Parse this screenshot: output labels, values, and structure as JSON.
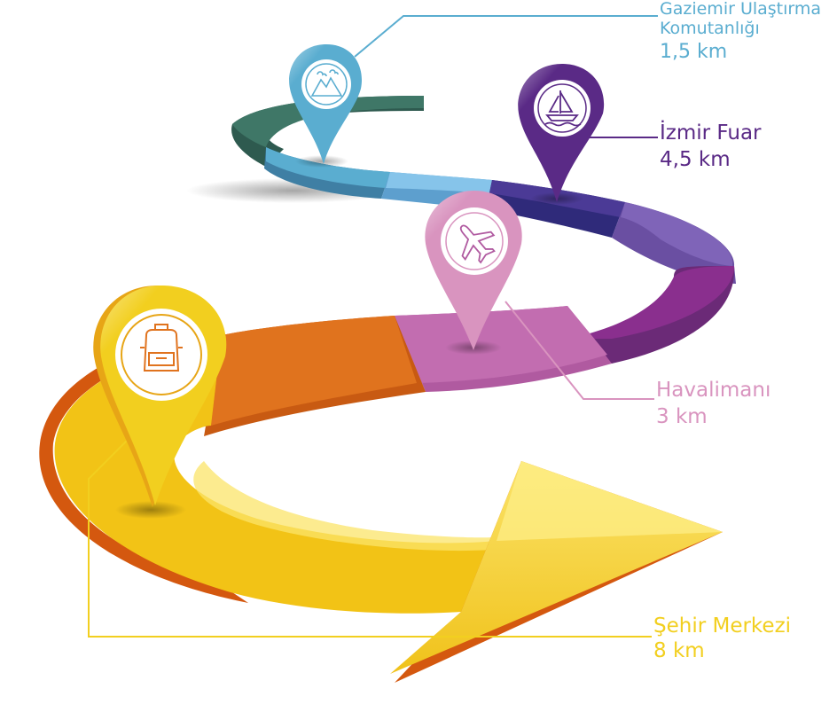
{
  "colors": {
    "teal": "#5aadd0",
    "purple": "#5a2a86",
    "pink": "#d994bf",
    "yellow": "#f2cf1f",
    "orange": "#e0731e",
    "green": "#3a6e5d",
    "magenta": "#8a2f8e"
  },
  "locations": [
    {
      "id": "gaziemir",
      "name": "Gaziemir Ulaştırma Komutanlığı",
      "name_line1": "Gaziemir Ulaştırma",
      "name_line2": "Komutanlığı",
      "distance": "1,5 km",
      "icon": "mountain-icon",
      "color": "#5aadd0"
    },
    {
      "id": "izmir",
      "name": "İzmir Fuar",
      "distance": "4,5 km",
      "icon": "sailboat-icon",
      "color": "#5a2a86"
    },
    {
      "id": "havalimani",
      "name": "Havalimanı",
      "distance": "3 km",
      "icon": "airplane-icon",
      "color": "#d994bf"
    },
    {
      "id": "sehir",
      "name": "Şehir Merkezi",
      "distance": "8 km",
      "icon": "backpack-icon",
      "color": "#f2cf1f"
    }
  ]
}
